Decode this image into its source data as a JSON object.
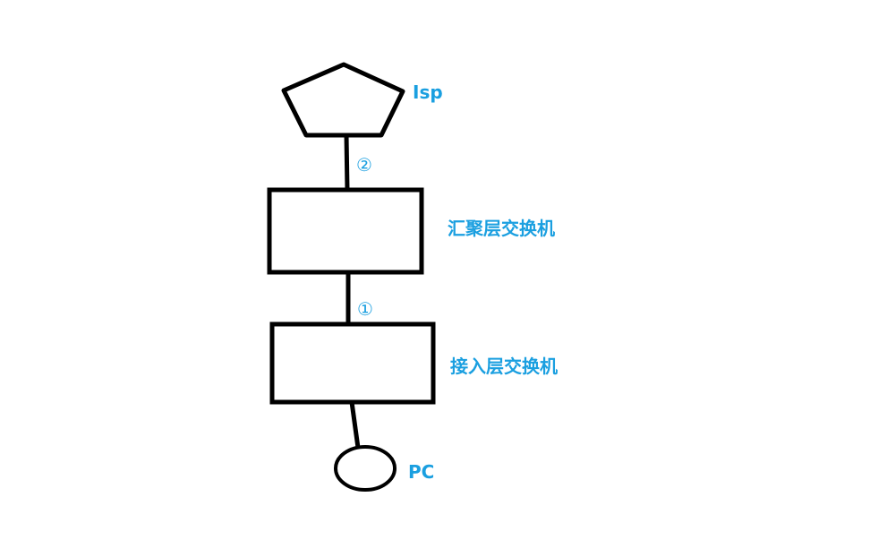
{
  "accent_color": "#1a9fe0",
  "stroke_color": "#000000",
  "nodes": {
    "isp": {
      "label": "Isp",
      "shape": "pentagon"
    },
    "aggregation_switch": {
      "label": "汇聚层交换机",
      "shape": "rectangle"
    },
    "access_switch": {
      "label": "接入层交换机",
      "shape": "rectangle"
    },
    "pc": {
      "label": "PC",
      "shape": "ellipse"
    }
  },
  "links": {
    "isp_to_aggregation": {
      "marker": "②"
    },
    "aggregation_to_access": {
      "marker": "①"
    }
  }
}
